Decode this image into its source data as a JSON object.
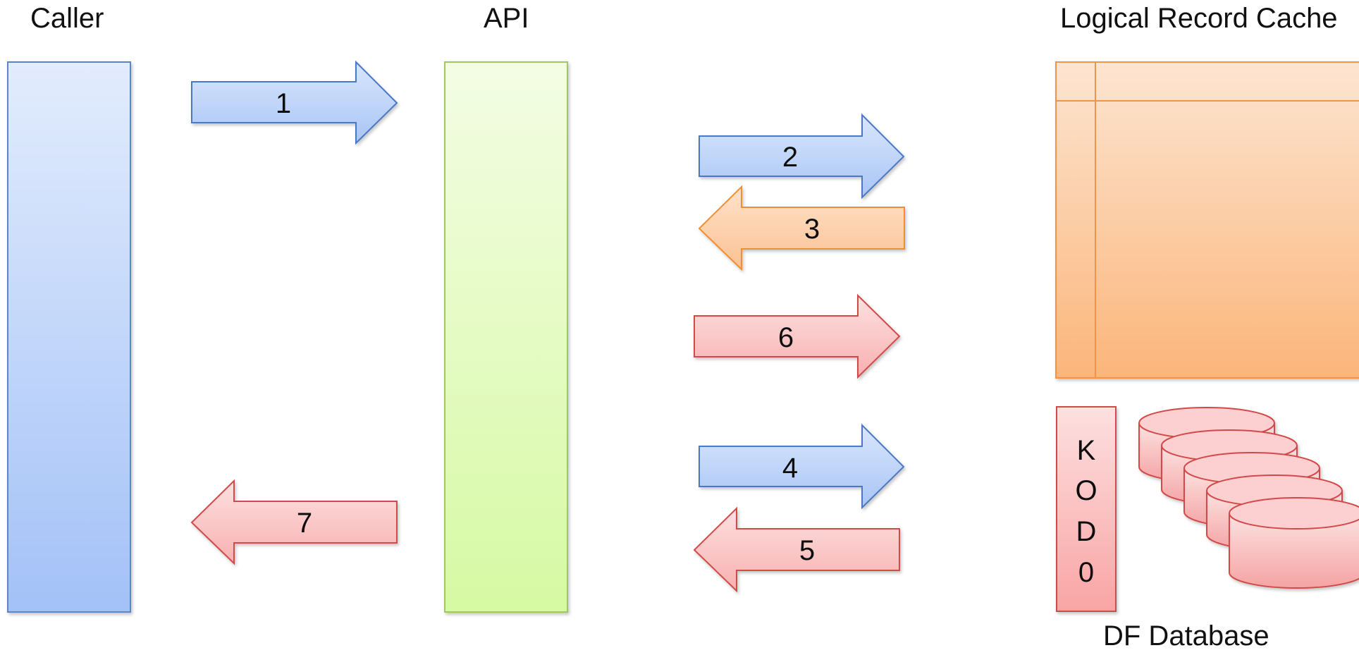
{
  "columns": {
    "caller": "Caller",
    "api": "API",
    "cache": "Logical Record Cache"
  },
  "arrows": [
    {
      "label": "1",
      "color": "blue"
    },
    {
      "label": "2",
      "color": "blue"
    },
    {
      "label": "3",
      "color": "orange"
    },
    {
      "label": "6",
      "color": "red"
    },
    {
      "label": "4",
      "color": "blue"
    },
    {
      "label": "5",
      "color": "red"
    },
    {
      "label": "7",
      "color": "red"
    }
  ],
  "kodo": [
    "K",
    "O",
    "D",
    "0"
  ],
  "database_label": "DF Database",
  "colors": {
    "blue_fill": "#a9c5f3",
    "blue_stroke": "#4a78c4",
    "green_fill": "#e3f9bf",
    "green_stroke": "#9bc45a",
    "orange_fill": "#fdc393",
    "orange_stroke": "#f28e32",
    "red_fill": "#fbb9b9",
    "red_stroke": "#d24a4a"
  }
}
